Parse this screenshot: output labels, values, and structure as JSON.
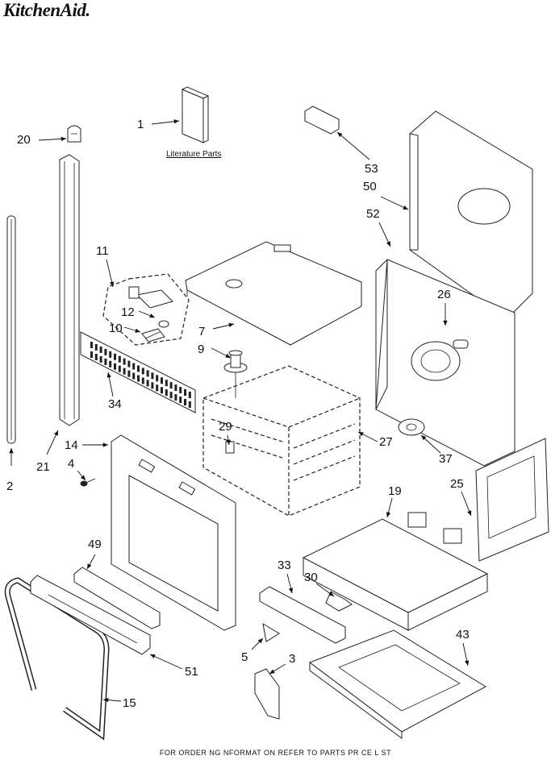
{
  "brand": "KitchenAid.",
  "literature_label": "Literature Parts",
  "footer": "FOR ORDER NG NFORMAT ON REFER TO PARTS PR CE L ST",
  "callouts": {
    "p1": "1",
    "p2": "2",
    "p3": "3",
    "p4": "4",
    "p5": "5",
    "p7": "7",
    "p9": "9",
    "p10": "10",
    "p11": "11",
    "p12": "12",
    "p14": "14",
    "p15": "15",
    "p19": "19",
    "p20": "20",
    "p21": "21",
    "p25": "25",
    "p26": "26",
    "p27": "27",
    "p29": "29",
    "p30": "30",
    "p33": "33",
    "p34": "34",
    "p37": "37",
    "p43": "43",
    "p49": "49",
    "p50": "50",
    "p51": "51",
    "p52": "52",
    "p53": "53"
  }
}
